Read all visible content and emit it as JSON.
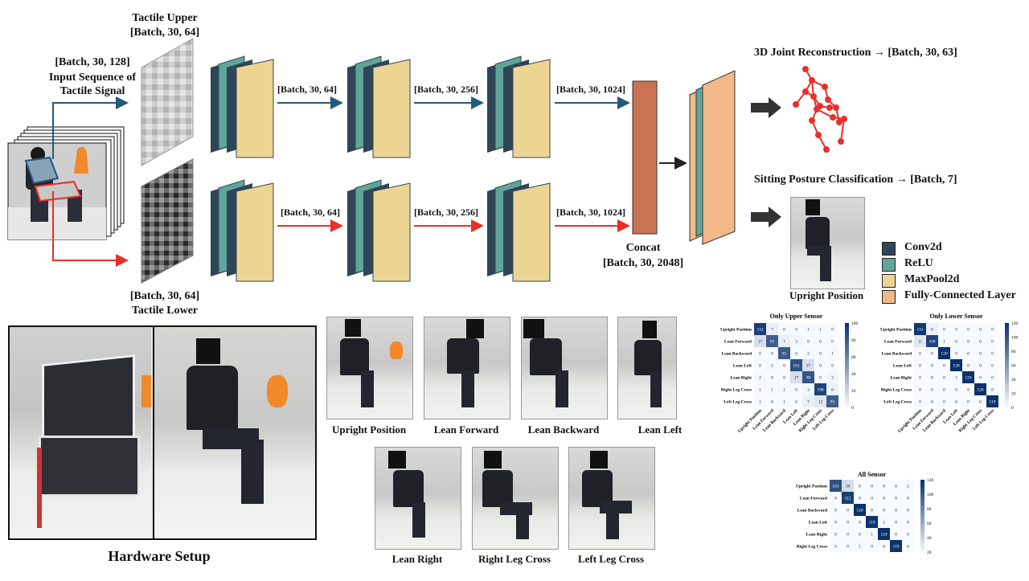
{
  "pipeline": {
    "input_shape": "[Batch, 30, 128]",
    "input_label_1": "Input Sequence of",
    "input_label_2": "Tactile Signal",
    "upper_title": "Tactile Upper",
    "upper_shape": "[Batch, 30, 64]",
    "lower_shape": "[Batch, 30, 64]",
    "lower_title": "Tactile Lower",
    "upper_arrows": [
      "[Batch, 30, 64]",
      "[Batch, 30, 256]",
      "[Batch, 30, 1024]"
    ],
    "lower_arrows": [
      "[Batch, 30, 64]",
      "[Batch, 30, 256]",
      "[Batch, 30, 1024]"
    ],
    "concat_label": "Concat",
    "concat_shape": "[Batch, 30, 2048]",
    "joint_output": "3D Joint Reconstruction → [Batch, 30, 63]",
    "posture_output": "Sitting Posture Classification → [Batch, 7]",
    "output_photo_caption": "Upright Position"
  },
  "legend": [
    {
      "label": "Conv2d",
      "color": "#2f4558"
    },
    {
      "label": "ReLU",
      "color": "#5fa59a"
    },
    {
      "label": "MaxPool2d",
      "color": "#ecd593"
    },
    {
      "label": "Fully-Connected Layer",
      "color": "#f2b887"
    }
  ],
  "colors": {
    "upper_arrow": "#24597a",
    "lower_arrow": "#e8302a",
    "concat": "#c97354",
    "skeleton": "#e8302a"
  },
  "hardware_caption": "Hardware Setup",
  "postures_row1": [
    "Upright Position",
    "Lean Forward",
    "Lean Backward",
    "Lean Left"
  ],
  "postures_row2": [
    "Lean Right",
    "Right Leg Cross",
    "Left Leg Cross"
  ],
  "confusion": {
    "classes": [
      "Upright Position",
      "Lean Forward",
      "Lean Backward",
      "Lean Left",
      "Lean Right",
      "Right Leg Cross",
      "Left Leg Cross"
    ],
    "upper": {
      "title": "Only Upper Sensor",
      "matrix": [
        [
          112,
          7,
          0,
          0,
          1,
          1,
          0
        ],
        [
          17,
          93,
          7,
          3,
          0,
          0,
          0
        ],
        [
          0,
          0,
          95,
          0,
          2,
          0,
          1
        ],
        [
          0,
          2,
          0,
          101,
          17,
          0,
          0
        ],
        [
          2,
          0,
          0,
          17,
          98,
          0,
          3
        ],
        [
          1,
          1,
          1,
          0,
          3,
          108,
          6
        ],
        [
          1,
          0,
          1,
          0,
          7,
          12,
          93
        ]
      ],
      "cbar_ticks": [
        "100",
        "80",
        "60",
        "40",
        "20",
        "0"
      ]
    },
    "lower": {
      "title": "Only Lower Sensor",
      "matrix": [
        [
          115,
          6,
          0,
          0,
          0,
          0,
          0
        ],
        [
          11,
          108,
          1,
          0,
          0,
          0,
          0
        ],
        [
          0,
          0,
          120,
          0,
          0,
          0,
          0
        ],
        [
          0,
          0,
          0,
          120,
          0,
          0,
          0
        ],
        [
          0,
          0,
          0,
          1,
          119,
          0,
          0
        ],
        [
          0,
          0,
          0,
          0,
          0,
          120,
          0
        ],
        [
          0,
          0,
          0,
          0,
          0,
          0,
          119
        ]
      ],
      "cbar_ticks": [
        "120",
        "100",
        "80",
        "60",
        "40",
        "20",
        "0"
      ]
    },
    "all": {
      "title": "All Sensor",
      "matrix": [
        [
          101,
          18,
          0,
          0,
          0,
          0,
          2
        ],
        [
          0,
          112,
          0,
          0,
          0,
          0,
          0
        ],
        [
          0,
          0,
          120,
          0,
          0,
          0,
          0
        ],
        [
          0,
          0,
          0,
          119,
          1,
          0,
          0
        ],
        [
          0,
          0,
          0,
          1,
          119,
          0,
          0
        ],
        [
          0,
          0,
          1,
          0,
          0,
          119,
          0
        ]
      ],
      "cbar_ticks": [
        "120",
        "100",
        "80",
        "60",
        "40",
        "20"
      ]
    }
  }
}
